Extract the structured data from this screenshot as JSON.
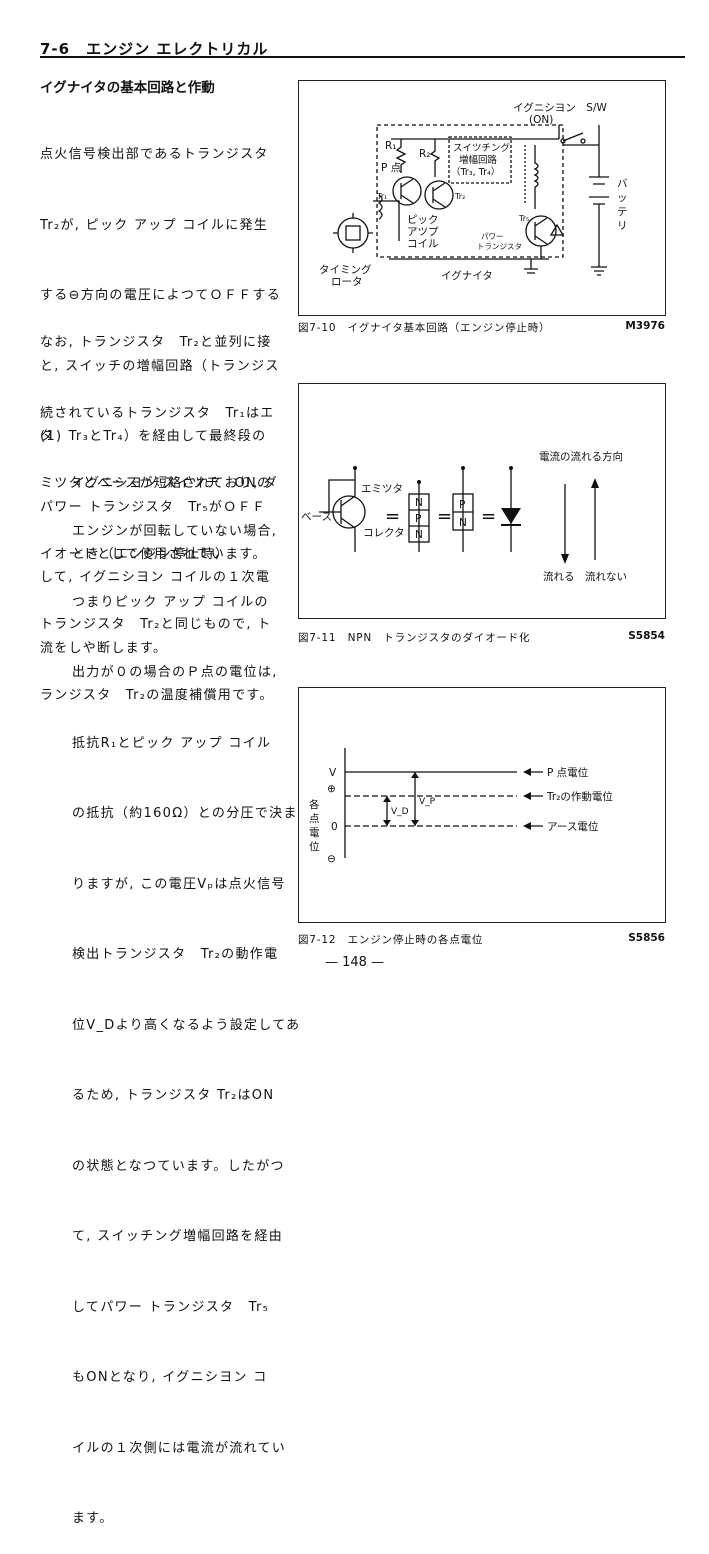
{
  "header": {
    "title": "7-6　エンジン エレクトリカル"
  },
  "body": {
    "heading": "イグナイタの基本回路と作動",
    "para1": [
      "点火信号検出部であるトランジスタ",
      "Tr₂が, ピック アップ コイルに発生",
      "する⊖方向の電圧によつてＯＦＦする",
      "と, スイッチの増幅回路（トランジス",
      "タ　Tr₃とTr₄）を経由して最終段の",
      "パワー トランジスタ　Tr₅がＯＦＦ",
      "して, イグニシヨン コイルの１次電",
      "流をしや断します。"
    ],
    "para2": [
      "なお, トランジスタ　Tr₂と並列に接",
      "続されているトランジスタ　Tr₁はエ",
      "ミツタとベースが短絡されており, ダ",
      "イオードとして使用されています。",
      "トランジスタ　Tr₂と同じもので, ト",
      "ランジスタ　Tr₂の温度補償用です。"
    ],
    "item1_marker": "(1)",
    "item1_title": [
      "イグニシヨン スイツチ　ONの",
      "とき（エンジン停止時）"
    ],
    "item1_text": [
      "エンジンが回転していない場合,",
      "つまりピック アップ コイルの",
      "出力が０の場合のＰ点の電位は,",
      "抵抗R₁とピック アップ コイル",
      "の抵抗（約160Ω）との分圧で決ま",
      "りますが, この電圧Vₚは点火信号",
      "検出トランジスタ　Tr₂の動作電",
      "位V_Dより高くなるよう設定してあ",
      "るため, トランジスタ Tr₂はON",
      "の状態となつています。したがつ",
      "て, スイッチング増幅回路を経由",
      "してパワー トランジスタ　Tr₅",
      "もONとなり, イグニシヨン コ",
      "イルの１次側には電流が流れてい",
      "ます。"
    ]
  },
  "fig1": {
    "caption": "図7-10　イグナイタ基本回路（エンジン停止時）",
    "code": "M3976",
    "labels": {
      "ign_sw": "イグニシヨン　S/W",
      "on": "(ON)",
      "r1": "R₁",
      "r2": "R₂",
      "p_point": "P 点",
      "tr1": "Tr₁",
      "tr2": "Tr₂",
      "tr5": "Tr₅",
      "switching": [
        "スイツチング",
        "増幅回路",
        "（Tr₃, Tr₄）"
      ],
      "pickup": [
        "ピック",
        "アツプ",
        "コイル"
      ],
      "power_tr": [
        "パワー",
        "トランジスタ"
      ],
      "battery": [
        "バ",
        "ッ",
        "テ",
        "リ"
      ],
      "timing": [
        "タイミング",
        "ロータ"
      ],
      "igniter": "イグナイタ"
    }
  },
  "fig2": {
    "caption": "図7-11　NPN　トランジスタのダイオード化",
    "code": "S5854",
    "labels": {
      "emitter": "エミツタ",
      "base": "ベース",
      "collector": "コレクタ",
      "npn": [
        "N",
        "P",
        "N"
      ],
      "pn": [
        "P",
        "N"
      ],
      "eq": "=",
      "direction": "電流の流れる方向",
      "flows": "流れる",
      "no_flow": "流れない"
    }
  },
  "fig3": {
    "caption": "図7-12　エンジン停止時の各点電位",
    "code": "S5856",
    "labels": {
      "v": "V",
      "plus": "⊕",
      "zero": "0",
      "minus": "⊖",
      "axis": [
        "各",
        "点",
        "電",
        "位"
      ],
      "vd": "V_D",
      "vp": "V_P",
      "p_potential": "P 点電位",
      "tr2_potential": "Tr₂の作動電位",
      "ground": "アース電位"
    }
  },
  "footer": {
    "page": "— 148 —"
  }
}
